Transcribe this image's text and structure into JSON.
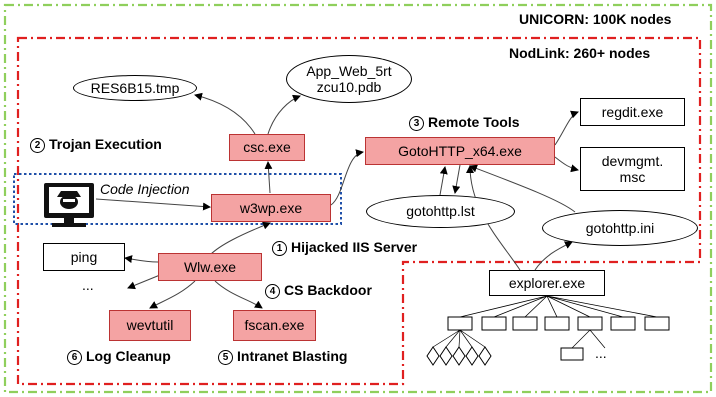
{
  "titles": {
    "unicorn": "UNICORN: 100K nodes",
    "nodlink": "NodLink: 260+ nodes"
  },
  "steps": {
    "s1": {
      "num": "1",
      "text": "Hijacked IIS Server"
    },
    "s2": {
      "num": "2",
      "text": "Trojan Execution"
    },
    "s3": {
      "num": "3",
      "text": "Remote Tools"
    },
    "s4": {
      "num": "4",
      "text": "CS Backdoor"
    },
    "s5": {
      "num": "5",
      "text": "Intranet Blasting"
    },
    "s6": {
      "num": "6",
      "text": "Log Cleanup"
    }
  },
  "injection_label": "Code Injection",
  "nodes": {
    "res6b15": "RES6B15.tmp",
    "appweb_l1": "App_Web_5rt",
    "appweb_l2": "zcu10.pdb",
    "csc": "csc.exe",
    "w3wp": "w3wp.exe",
    "wlw": "Wlw.exe",
    "ping": "ping",
    "ellipsis_left": "...",
    "wevtutil": "wevtutil",
    "fscan": "fscan.exe",
    "gotohttp": "GotoHTTP_x64.exe",
    "regdit": "regdit.exe",
    "devmgmt_l1": "devmgmt.",
    "devmgmt_l2": "msc",
    "gotohttp_lst": "gotohttp.lst",
    "gotohttp_ini": "gotohttp.ini",
    "explorer": "explorer.exe",
    "ellipsis_right": "..."
  },
  "colors": {
    "unicorn_border": "#8fcf5c",
    "nodlink_border": "#e02020",
    "injection_border": "#1f4fa8",
    "process_fill": "#f4a3a3",
    "process_border": "#b33333"
  }
}
